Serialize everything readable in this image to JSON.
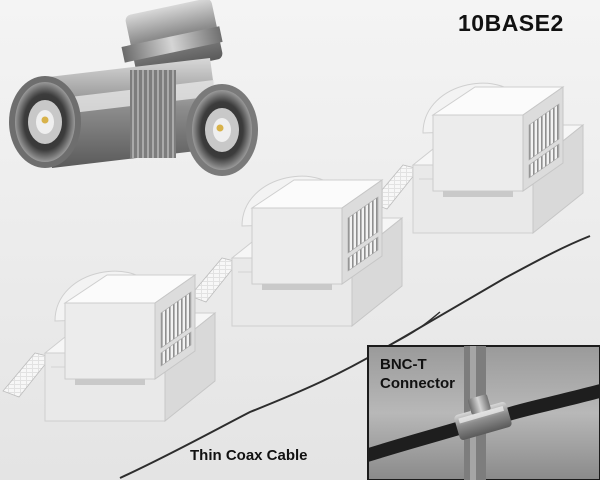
{
  "title": "10BASE2",
  "labels": {
    "cable": "Thin Coax Cable",
    "connector_line1": "BNC-T",
    "connector_line2": "Connector"
  },
  "nodes": [
    {
      "name": "workstation-right"
    },
    {
      "name": "workstation-middle"
    },
    {
      "name": "workstation-left"
    }
  ]
}
